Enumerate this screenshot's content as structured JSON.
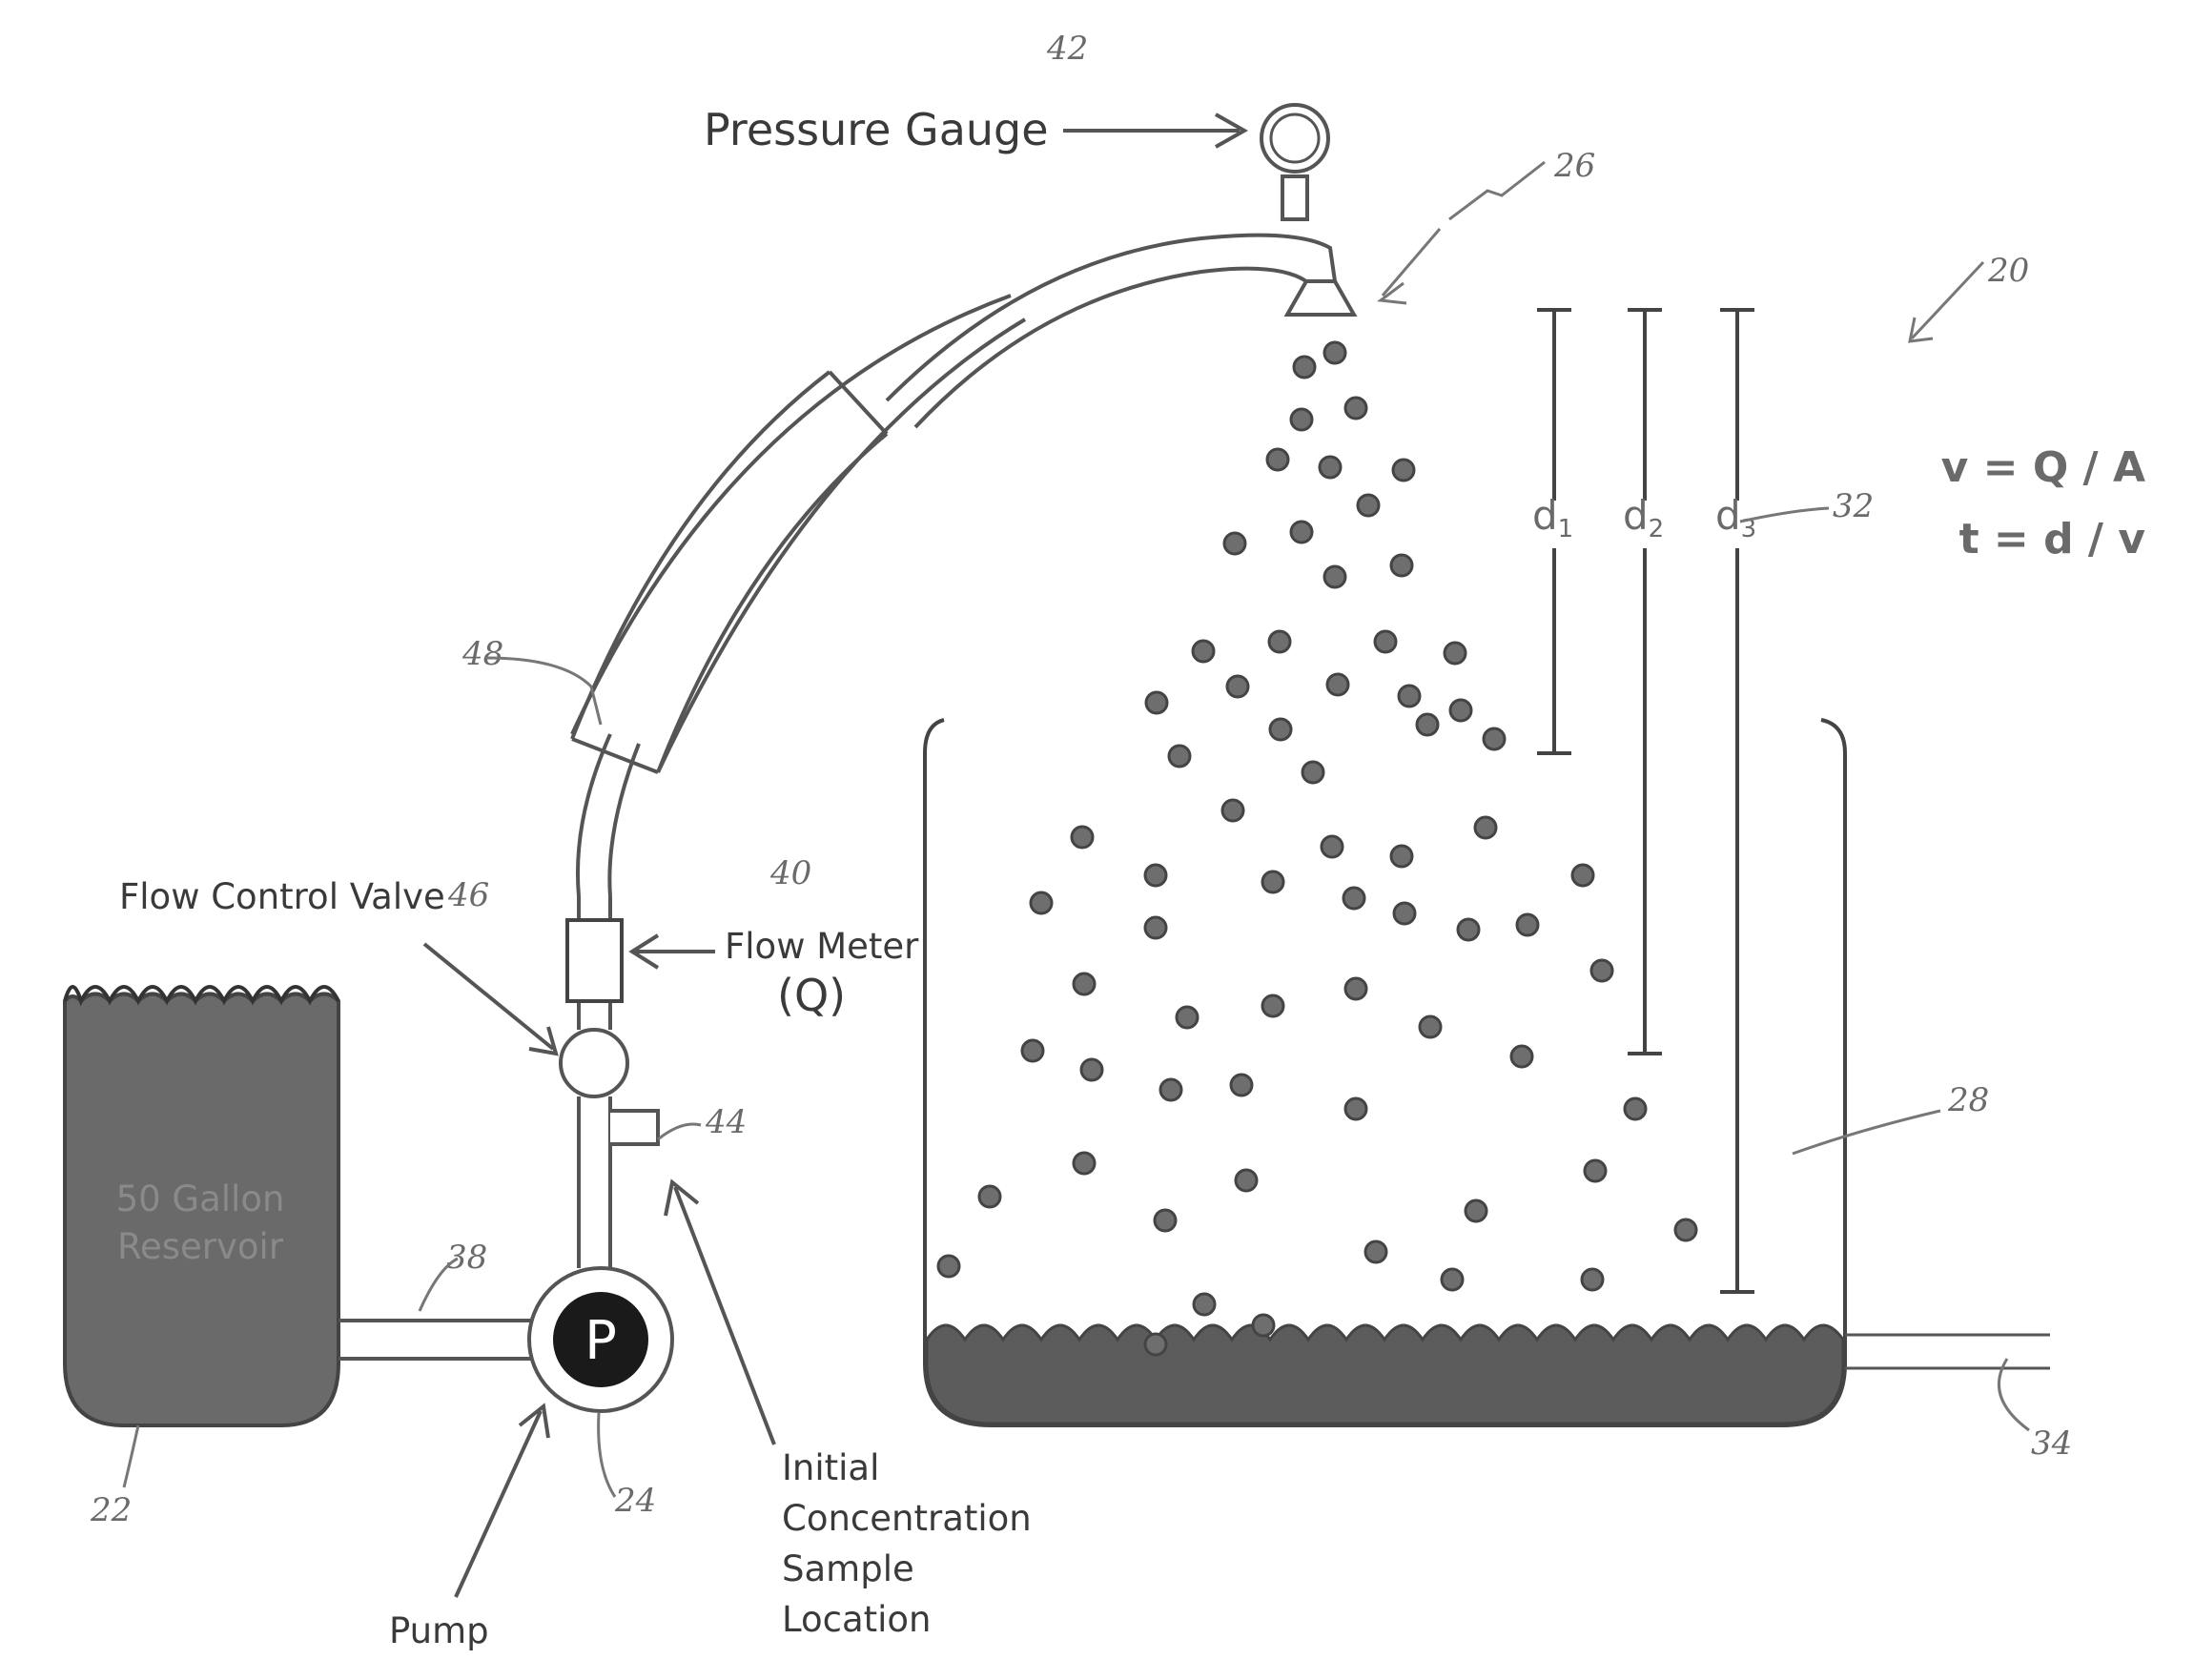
{
  "labels": {
    "pressure_gauge": "Pressure Gauge",
    "flow_control_valve": "Flow Control Valve",
    "flow_meter": "Flow Meter",
    "flow_meter_symbol": "(Q)",
    "reservoir_line1": "50 Gallon",
    "reservoir_line2": "Reservoir",
    "pump": "Pump",
    "pump_symbol": "P",
    "sample_line1": "Initial",
    "sample_line2": "Concentration",
    "sample_line3": "Sample",
    "sample_line4": "Location"
  },
  "formulas": {
    "velocity": "v = Q / A",
    "time": "t = d / v"
  },
  "distances": {
    "d1": "d",
    "d1_sub": "1",
    "d2": "d",
    "d2_sub": "2",
    "d3": "d",
    "d3_sub": "3"
  },
  "reference_numerals": {
    "r20": "20",
    "r22": "22",
    "r24": "24",
    "r26": "26",
    "r28": "28",
    "r32": "32",
    "r34": "34",
    "r38": "38",
    "r40": "40",
    "r42": "42",
    "r44": "44",
    "r46": "46",
    "r48": "48"
  },
  "colors": {
    "liquid": "#5c5c5c",
    "droplet": "#6e6e6e",
    "line": "#555555"
  }
}
